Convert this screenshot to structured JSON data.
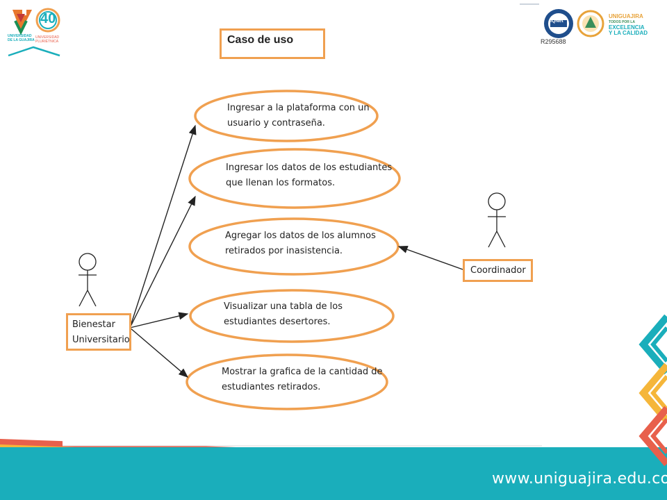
{
  "slide": {
    "title": "Caso de uso",
    "footer_url": "www.uniguajira.edu.co",
    "certificate_code": "R295688"
  },
  "header": {
    "university_logo_lines": [
      "UNIVERSIDAD",
      "DE LA GUAJIRA"
    ],
    "anniversary_number": "40",
    "anniversary_lines": [
      "UNIVERSIDAD",
      "PLURIÉTNICA"
    ],
    "certification_label": "IQNet",
    "slogan_lines": [
      "UNIGUAJIRA",
      "TODOS POR LA",
      "EXCELENCIA",
      "Y LA CALIDAD"
    ]
  },
  "diagram": {
    "actors": {
      "bienestar": {
        "lines": [
          "Bienestar",
          "Universitario"
        ]
      },
      "coordinador": {
        "lines": [
          "Coordinador"
        ]
      }
    },
    "use_cases": [
      {
        "lines": [
          "Ingresar a la plataforma con un",
          "usuario y contraseña."
        ]
      },
      {
        "lines": [
          "Ingresar los datos de los estudiantes",
          "que llenan los formatos."
        ]
      },
      {
        "lines": [
          "Agregar los datos de los alumnos",
          "retirados por inasistencia."
        ]
      },
      {
        "lines": [
          "Visualizar una tabla de los",
          "estudiantes desertores."
        ]
      },
      {
        "lines": [
          "Mostrar la grafica de la cantidad de",
          "estudiantes retirados."
        ]
      }
    ]
  },
  "colors": {
    "orange": "#f0a050",
    "teal": "#1aaebb",
    "coral": "#e8604c",
    "yellow": "#f5b63a"
  }
}
